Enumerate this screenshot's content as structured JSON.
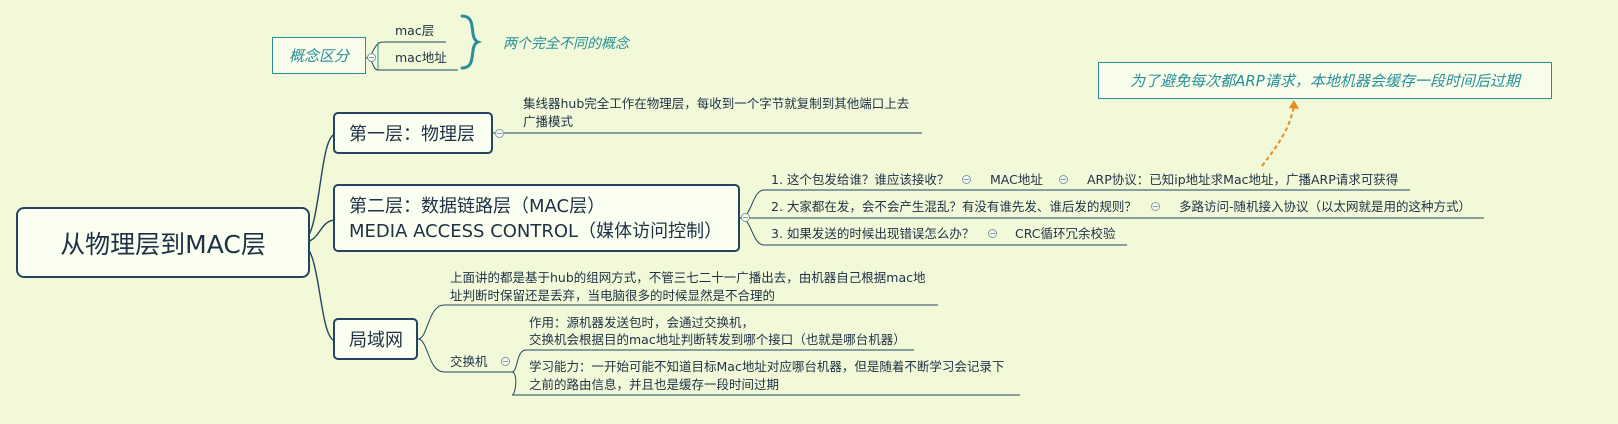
{
  "root": {
    "label": "从物理层到MAC层"
  },
  "concept": {
    "label": "概念区分",
    "items": [
      "mac层",
      "mac地址"
    ],
    "summary": "两个完全不同的概念"
  },
  "callout": {
    "text": "为了避免每次都ARP请求，本地机器会缓存一段时间后过期"
  },
  "layer1": {
    "label": "第一层：物理层",
    "note_line1": "集线器hub完全工作在物理层，每收到一个字节就复制到其他端口上去",
    "note_line2": "广播模式"
  },
  "layer2": {
    "label_line1": "第二层：数据链路层（MAC层）",
    "label_line2": "MEDIA ACCESS CONTROL（媒体访问控制）",
    "q1": {
      "question": "1. 这个包发给谁？谁应该接收？",
      "answer": "MAC地址",
      "detail": "ARP协议：已知ip地址求Mac地址，广播ARP请求可获得"
    },
    "q2": {
      "question": "2. 大家都在发，会不会产生混乱？有没有谁先发、谁后发的规则？",
      "answer": "多路访问-随机接入协议（以太网就是用的这种方式）"
    },
    "q3": {
      "question": "3. 如果发送的时候出现错误怎么办？",
      "answer": "CRC循环冗余校验"
    }
  },
  "lan": {
    "label": "局域网",
    "note_line1": "上面讲的都是基于hub的组网方式，不管三七二十一广播出去，由机器自己根据mac地",
    "note_line2": "址判断时保留还是丢弃，当电脑很多的时候显然是不合理的",
    "switch": {
      "label": "交换机",
      "role_line1": "作用：源机器发送包时，会通过交换机，",
      "role_line2": "交换机会根据目的mac地址判断转发到哪个接口（也就是哪台机器）",
      "learn_line1": "学习能力：一开始可能不知道目标Mac地址对应哪台机器，但是随着不断学习会记录下",
      "learn_line2": "之前的路由信息，并且也是缓存一段时间过期"
    }
  },
  "colors": {
    "background": "#f1f9d9",
    "node_border": "#24445f",
    "accent": "#2a8f9b",
    "arrow": "#e98a1d"
  },
  "icons": [
    "brace-icon",
    "collapse-toggle-icon",
    "dashed-arrow-icon"
  ]
}
